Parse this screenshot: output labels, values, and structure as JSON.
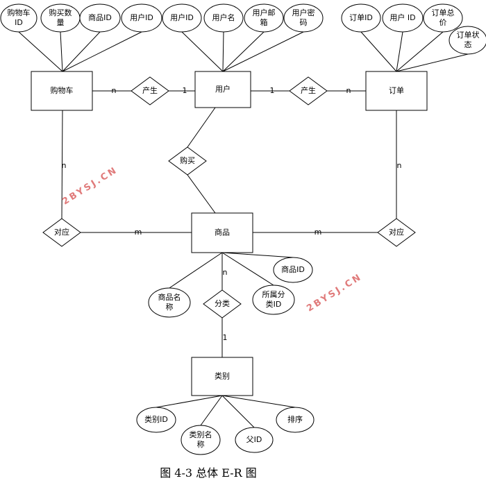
{
  "entities": {
    "cart": "购物车",
    "user": "用户",
    "order": "订单",
    "product": "商品",
    "category": "类别"
  },
  "attributes": {
    "cart_id": [
      "购物车",
      "ID"
    ],
    "buy_qty": [
      "购买数",
      "量"
    ],
    "cart_product_id": [
      "商品ID"
    ],
    "cart_user_id": [
      "用户ID"
    ],
    "user_id": [
      "用户ID"
    ],
    "user_name": [
      "用户名"
    ],
    "user_email": [
      "用户邮",
      "箱"
    ],
    "user_pwd": [
      "用户密",
      "码"
    ],
    "order_id": [
      "订单ID"
    ],
    "order_user_id": [
      "用户 ID"
    ],
    "order_total": [
      "订单总",
      "价"
    ],
    "order_status": [
      "订单状",
      "态"
    ],
    "product_name": [
      "商品名",
      "称"
    ],
    "product_id": [
      "商品ID"
    ],
    "product_cat_id": [
      "所属分",
      "类ID"
    ],
    "cat_id": [
      "类别ID"
    ],
    "cat_name": [
      "类别名",
      "称"
    ],
    "cat_parent": [
      "父ID"
    ],
    "cat_sort": [
      "排序"
    ]
  },
  "relations": {
    "produce_cart": "产生",
    "produce_order": "产生",
    "buy": "购买",
    "corr_left": "对应",
    "corr_right": "对应",
    "classify": "分类"
  },
  "cardinalities": {
    "cart_produce": "n",
    "user_produce_cart": "1",
    "user_produce_order": "1",
    "order_produce": "n",
    "cart_corr": "n",
    "corr_product_left": "m",
    "order_corr": "n",
    "corr_product_right": "m",
    "product_classify": "n",
    "category_classify": "1"
  },
  "watermarks": [
    "2BYSJ.CN",
    "2BYSJ.CN"
  ],
  "caption": "图 4-3  总体 E-R 图"
}
